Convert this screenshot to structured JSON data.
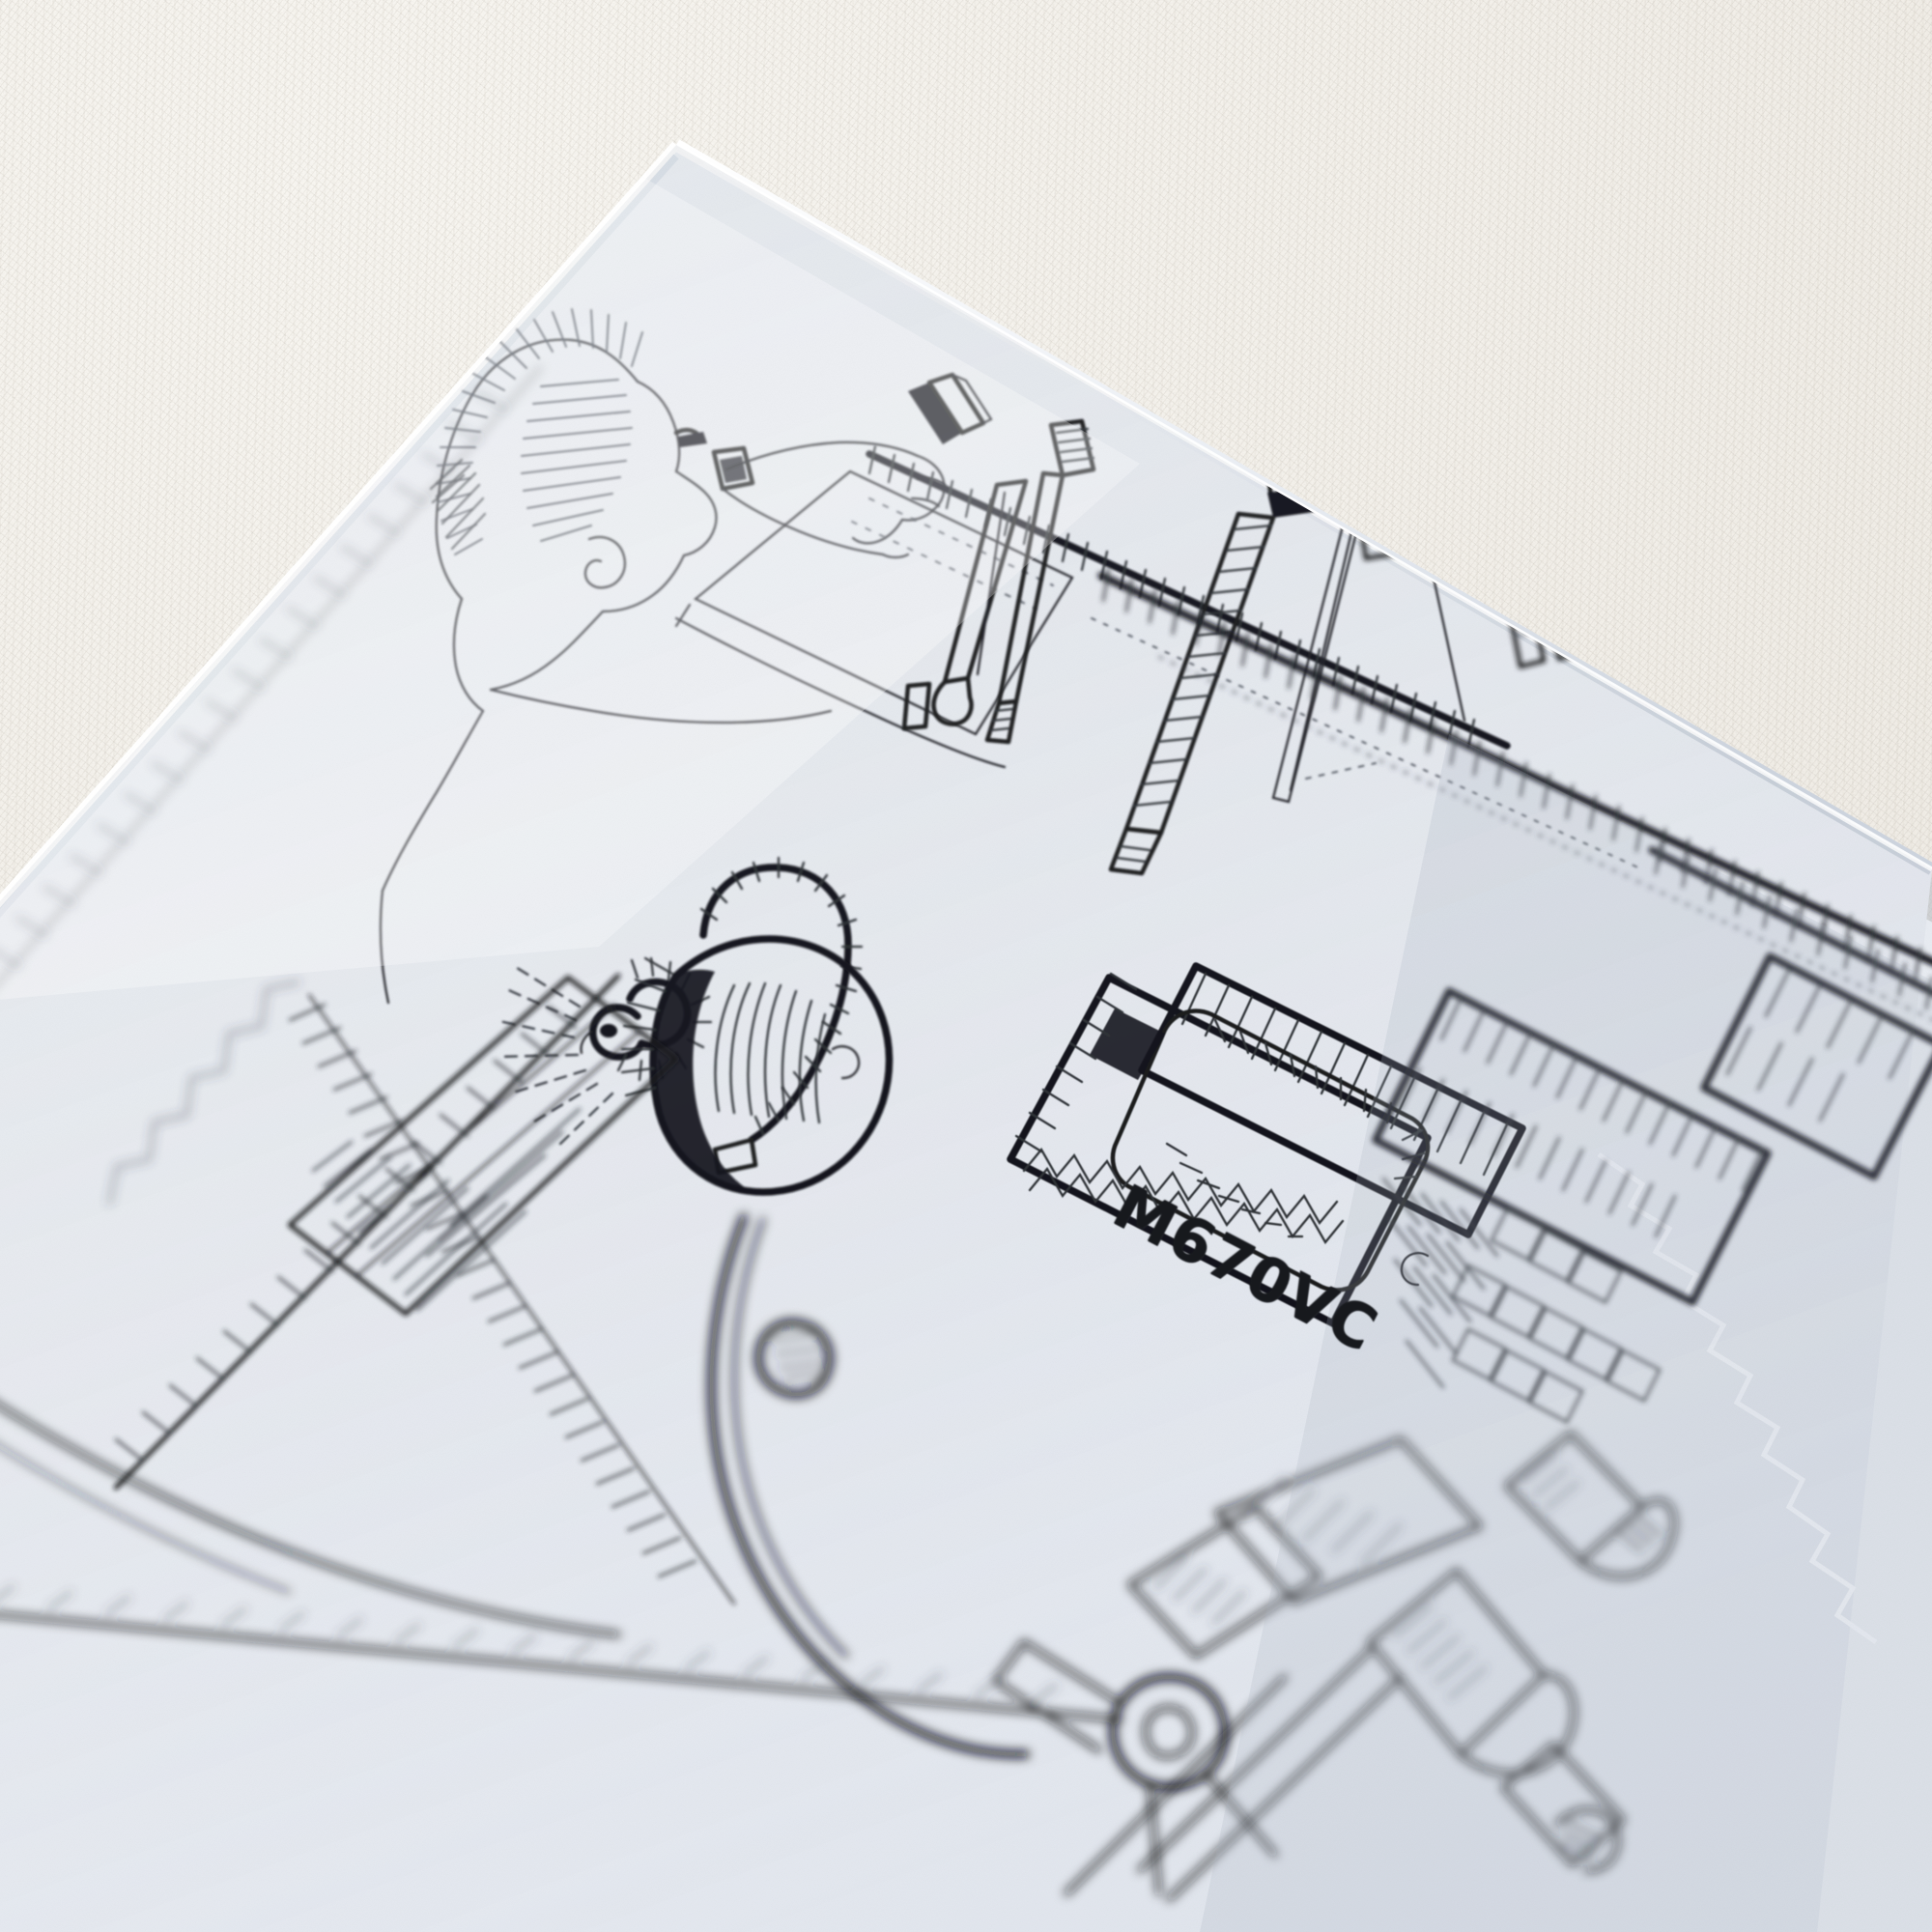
{
  "scene": {
    "kind": "photograph",
    "subject": "open sketchbook lying on a white textured wall surface",
    "orientation_note": "book photographed at an angle, page rotated roughly 25 degrees clockwise",
    "depth_of_field": "shallow; sharp near the M670VC label, blurred toward bottom-left and bottom-right corners"
  },
  "background": {
    "name": "textured white wall",
    "base_color": "#f6f3ed",
    "highlight_color": "#fbf9f4",
    "shadow_color": "#efebe3",
    "texture": "fine stucco / woodchip speckle"
  },
  "book": {
    "page_color": "#eef1f5",
    "page_shadow_color": "#c9cfd8",
    "edge_color": "#dde2e9",
    "spine_position": "right side of frame",
    "page_edge_note": "slightly rough, deckled paper edge visible at right"
  },
  "drawing": {
    "medium": "black ink pen on white paper",
    "style": "hand-drawn technical sketch with dense cross-hatching and tick-mark shading",
    "ink_color": "#141619",
    "hatch_color": "#2a2d33",
    "label": {
      "text": "M670VC",
      "style": "handwritten marker capitals",
      "rotation_deg": 27.5,
      "color": "#17191d"
    },
    "secondary_marks": [
      {
        "text": "C",
        "note": "small c-shaped mark right of the monitor bezel"
      },
      {
        "text": "C",
        "note": "small c-shaped curl marking the ear of the figure"
      }
    ],
    "elements": [
      {
        "name": "person-head-profile",
        "note": "head in right-facing profile, hatched swept-back hair, ear drawn as a spiral"
      },
      {
        "name": "person-arm",
        "note": "arm extended right, hand gripping a small pointed tool"
      },
      {
        "name": "handheld-tool",
        "note": "small blackened tip tool held in the fingers"
      },
      {
        "name": "open-panel",
        "note": "large rectangular panel / opened lid with dotted stitched edge"
      },
      {
        "name": "screwdriver-set",
        "note": "row of screwdrivers and probes with knurled handles laid on the bench"
      },
      {
        "name": "tweezers",
        "note": "long thin tweezers lying beside the screwdrivers"
      },
      {
        "name": "pen-cup",
        "note": "ribbed cylindrical cup holding upright tools on the shelf edge"
      },
      {
        "name": "shelf-rail",
        "note": "long ruled rail with heavy tick-hatched edge running across the upper drawing"
      },
      {
        "name": "gooseneck-lamp",
        "note": "flexible hatched gooseneck arm with a small clamp head"
      },
      {
        "name": "round-knob",
        "note": "large sphere / knob with radial shading near the centre"
      },
      {
        "name": "crt-monitor",
        "note": "boxy monitor with hatched bezel and curved screen, labelled M670VC"
      },
      {
        "name": "equipment-rack",
        "note": "stack of hatched modules and ventilation grilles at right"
      },
      {
        "name": "cable-loop",
        "note": "long looping cable sweeping down through the foreground"
      },
      {
        "name": "hinge-pivot",
        "note": "circular pivot / hinge with a bolt at the lower right"
      },
      {
        "name": "bottles-and-cans",
        "note": "blurred cylindrical containers in the lower-right foreground"
      },
      {
        "name": "desk-edge",
        "note": "tick-hatched desk or bench edge crossing the lower-left of the page"
      }
    ]
  },
  "lighting": {
    "direction": "from upper left",
    "note": "soft daylight, page brighter at top-left, cooler shadow at lower right"
  }
}
